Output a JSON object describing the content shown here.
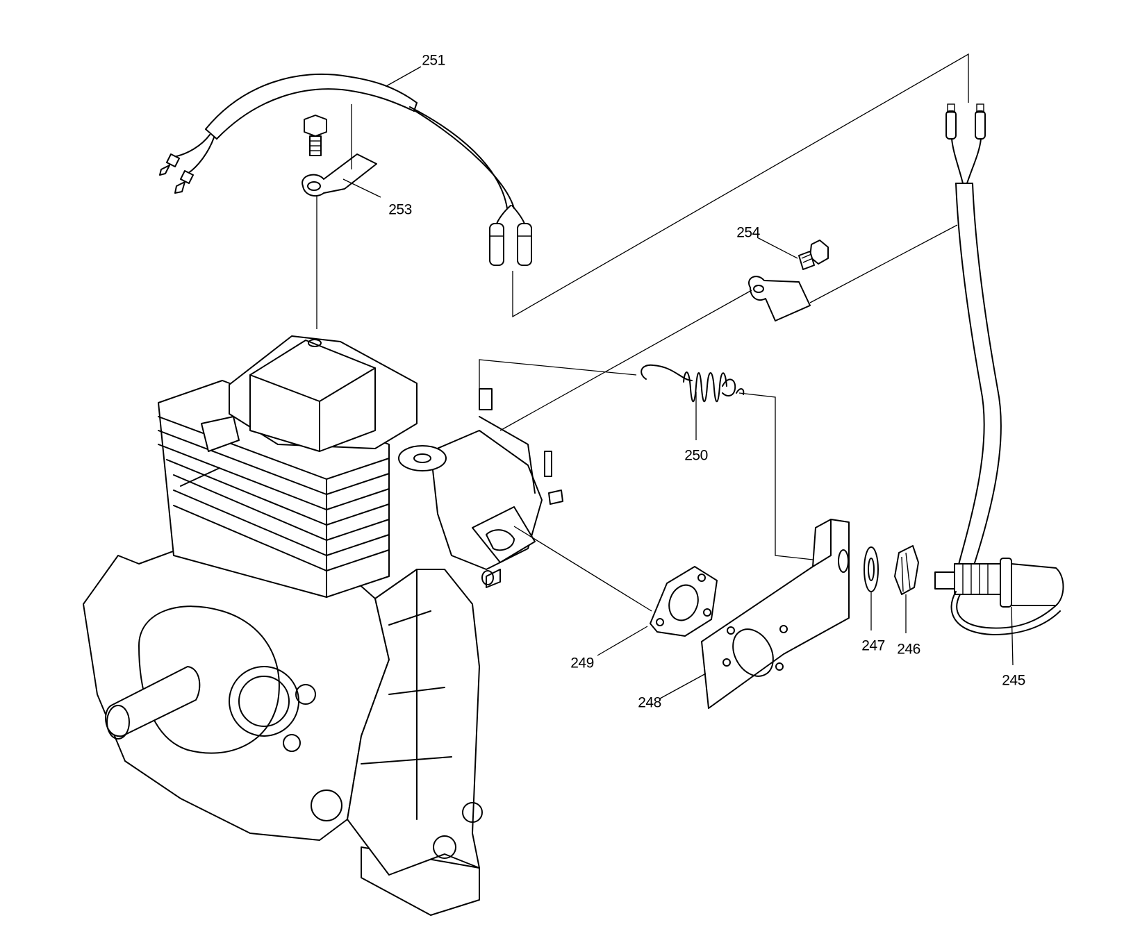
{
  "diagram": {
    "parts": [
      {
        "number": "245",
        "part": "sensor-with-cable"
      },
      {
        "number": "246",
        "part": "hex-nut"
      },
      {
        "number": "247",
        "part": "washer"
      },
      {
        "number": "248",
        "part": "mounting-bracket"
      },
      {
        "number": "249",
        "part": "gasket"
      },
      {
        "number": "250",
        "part": "spring"
      },
      {
        "number": "251",
        "part": "wire-harness"
      },
      {
        "number": "253",
        "part": "ground-terminal"
      },
      {
        "number": "254",
        "part": "bolt"
      }
    ]
  }
}
